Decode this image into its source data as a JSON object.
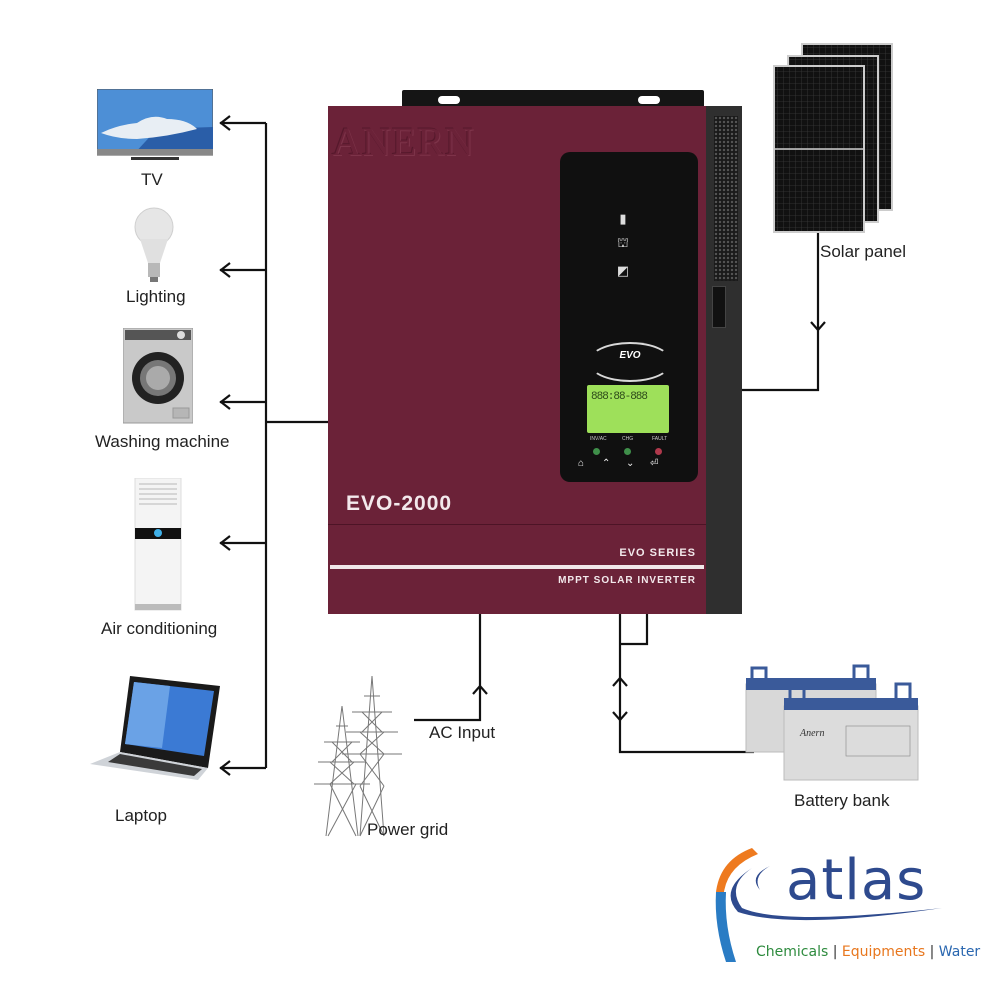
{
  "diagram": {
    "title": "MPPT Solar Inverter system connection diagram",
    "inverter": {
      "brand": "ANERN",
      "model": "EVO-2000",
      "series": "EVO SERIES",
      "type": "MPPT SOLAR INVERTER",
      "panel_badge": "EVO",
      "lcd_digits": "888:88-888",
      "indicator_labels": [
        "INV/AC",
        "CHG",
        "FAULT"
      ],
      "led_colors": [
        "#3f8f4a",
        "#3f8f4a",
        "#b0394c"
      ],
      "panel_icons": [
        "battery-icon",
        "power-tower-icon",
        "solar-icon"
      ],
      "buttons": [
        "home-icon",
        "up-icon",
        "down-icon",
        "enter-icon"
      ],
      "body_color": "#6b2238"
    },
    "loads": [
      {
        "label": "TV",
        "icon": "tv-icon"
      },
      {
        "label": "Lighting",
        "icon": "light-bulb-icon"
      },
      {
        "label": "Washing machine",
        "icon": "washing-machine-icon"
      },
      {
        "label": "Air conditioning",
        "icon": "air-conditioner-icon"
      },
      {
        "label": "Laptop",
        "icon": "laptop-icon"
      }
    ],
    "sources": {
      "solar": {
        "label": "Solar panel",
        "icon": "solar-panel-icon"
      },
      "grid": {
        "label": "Power grid",
        "icon": "power-tower-icon"
      },
      "ac_input": {
        "label": "AC Input"
      },
      "battery": {
        "label": "Battery bank",
        "icon": "battery-icon",
        "brand": "Anern"
      }
    }
  },
  "logo": {
    "name": "atlas",
    "tagline": [
      {
        "text": "Chemicals",
        "color": "#2e8b3e"
      },
      {
        "text": "|",
        "color": "#333333"
      },
      {
        "text": "Equipments",
        "color": "#e8771e"
      },
      {
        "text": "|",
        "color": "#333333"
      },
      {
        "text": "Water",
        "color": "#2a67b0"
      }
    ],
    "colors": {
      "blue": "#2e4a8e",
      "orange": "#ee7a1f",
      "light_blue": "#2a7cc4"
    }
  }
}
